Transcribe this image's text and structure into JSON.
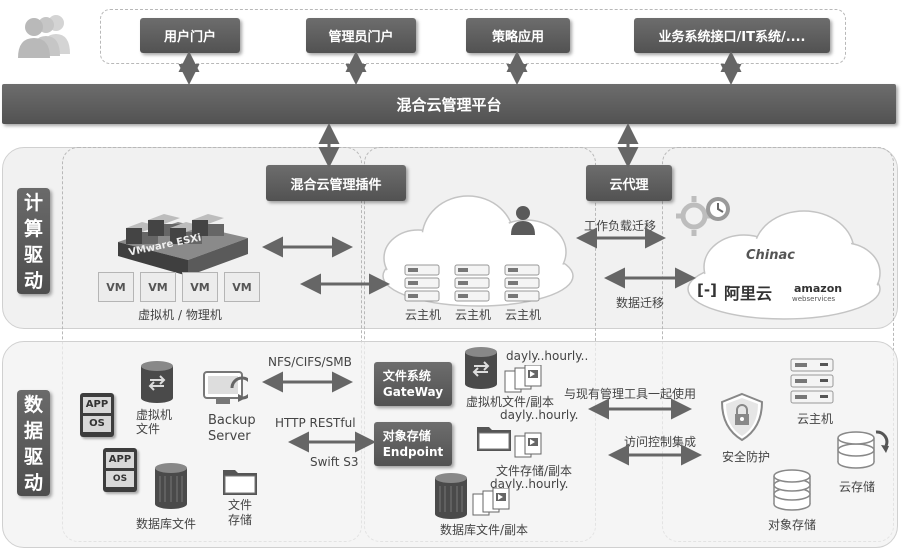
{
  "portals": {
    "user": "用户门户",
    "admin": "管理员门户",
    "policy": "策略应用",
    "business": "业务系统接口/IT系统/...."
  },
  "platform": {
    "title": "混合云管理平台"
  },
  "left_labels": {
    "compute": "计算驱动",
    "data": "数据驱动"
  },
  "compute": {
    "plugin": "混合云管理插件",
    "proxy": "云代理",
    "esxi_label": "VMware ESXi",
    "vm_labels": [
      "VM",
      "VM",
      "VM",
      "VM"
    ],
    "vm_caption": "虚拟机 / 物理机",
    "cloud_hosts": [
      "云主机",
      "云主机",
      "云主机"
    ],
    "workload_migration": "工作负载迁移",
    "data_migration": "数据迁移",
    "providers": {
      "chinac": "Chinac",
      "aliyun_mark": "[-]",
      "aliyun": "阿里云",
      "amazon": "amazon",
      "amazon_sub": "webservices"
    }
  },
  "data": {
    "app_labels": [
      "APP",
      "OS",
      "APP",
      "OS"
    ],
    "vm_files": "虚拟机\n文件",
    "backup_server": "Backup\nServer",
    "db_files": "数据库文件",
    "file_storage": "文件\n存储",
    "protocols": {
      "nfs": "NFS/CIFS/SMB",
      "http": "HTTP RESTful",
      "swift": "Swift S3"
    },
    "gateway": "文件系统\nGateWay",
    "endpoint": "对象存储\nEndpoint",
    "schedule1": "dayly..hourly..",
    "vm_files_copy": "虚拟机文件/副本",
    "schedule2": "dayly..hourly.",
    "file_copy": "文件存储/副本",
    "schedule3": "dayly..hourly.",
    "db_copy": "数据库文件/副本",
    "existing_tools": "与现有管理工具一起使用",
    "access_control": "访问控制集成",
    "security": "安全防护",
    "cloud_host": "云主机",
    "cloud_storage": "云存储",
    "object_storage": "对象存储"
  },
  "colors": {
    "dark_box": "#5e5e5e",
    "band": "#f1f1f1",
    "arrow": "#666666"
  }
}
